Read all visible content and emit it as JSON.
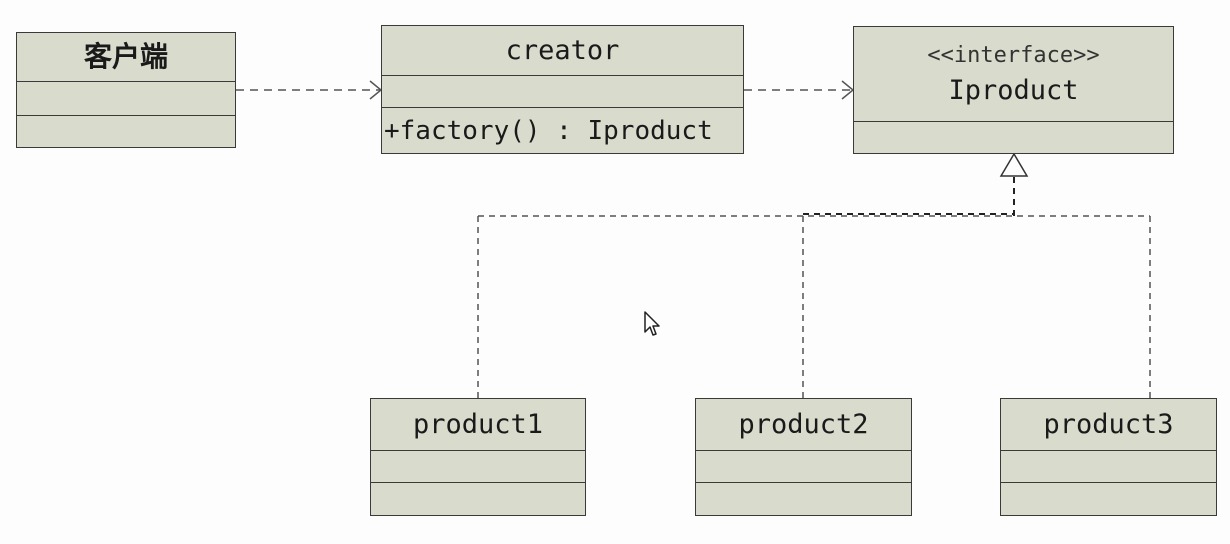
{
  "diagram": {
    "client": {
      "name": "客户端"
    },
    "creator": {
      "name": "creator",
      "operation": "+factory() : Iproduct"
    },
    "iproduct": {
      "stereotype": "<<interface>>",
      "name": "Iproduct"
    },
    "products": [
      {
        "name": "product1"
      },
      {
        "name": "product2"
      },
      {
        "name": "product3"
      }
    ]
  },
  "colors": {
    "box_fill": "#d9dbcd",
    "border": "#3a3a3a",
    "background": "#fdfdfd"
  }
}
